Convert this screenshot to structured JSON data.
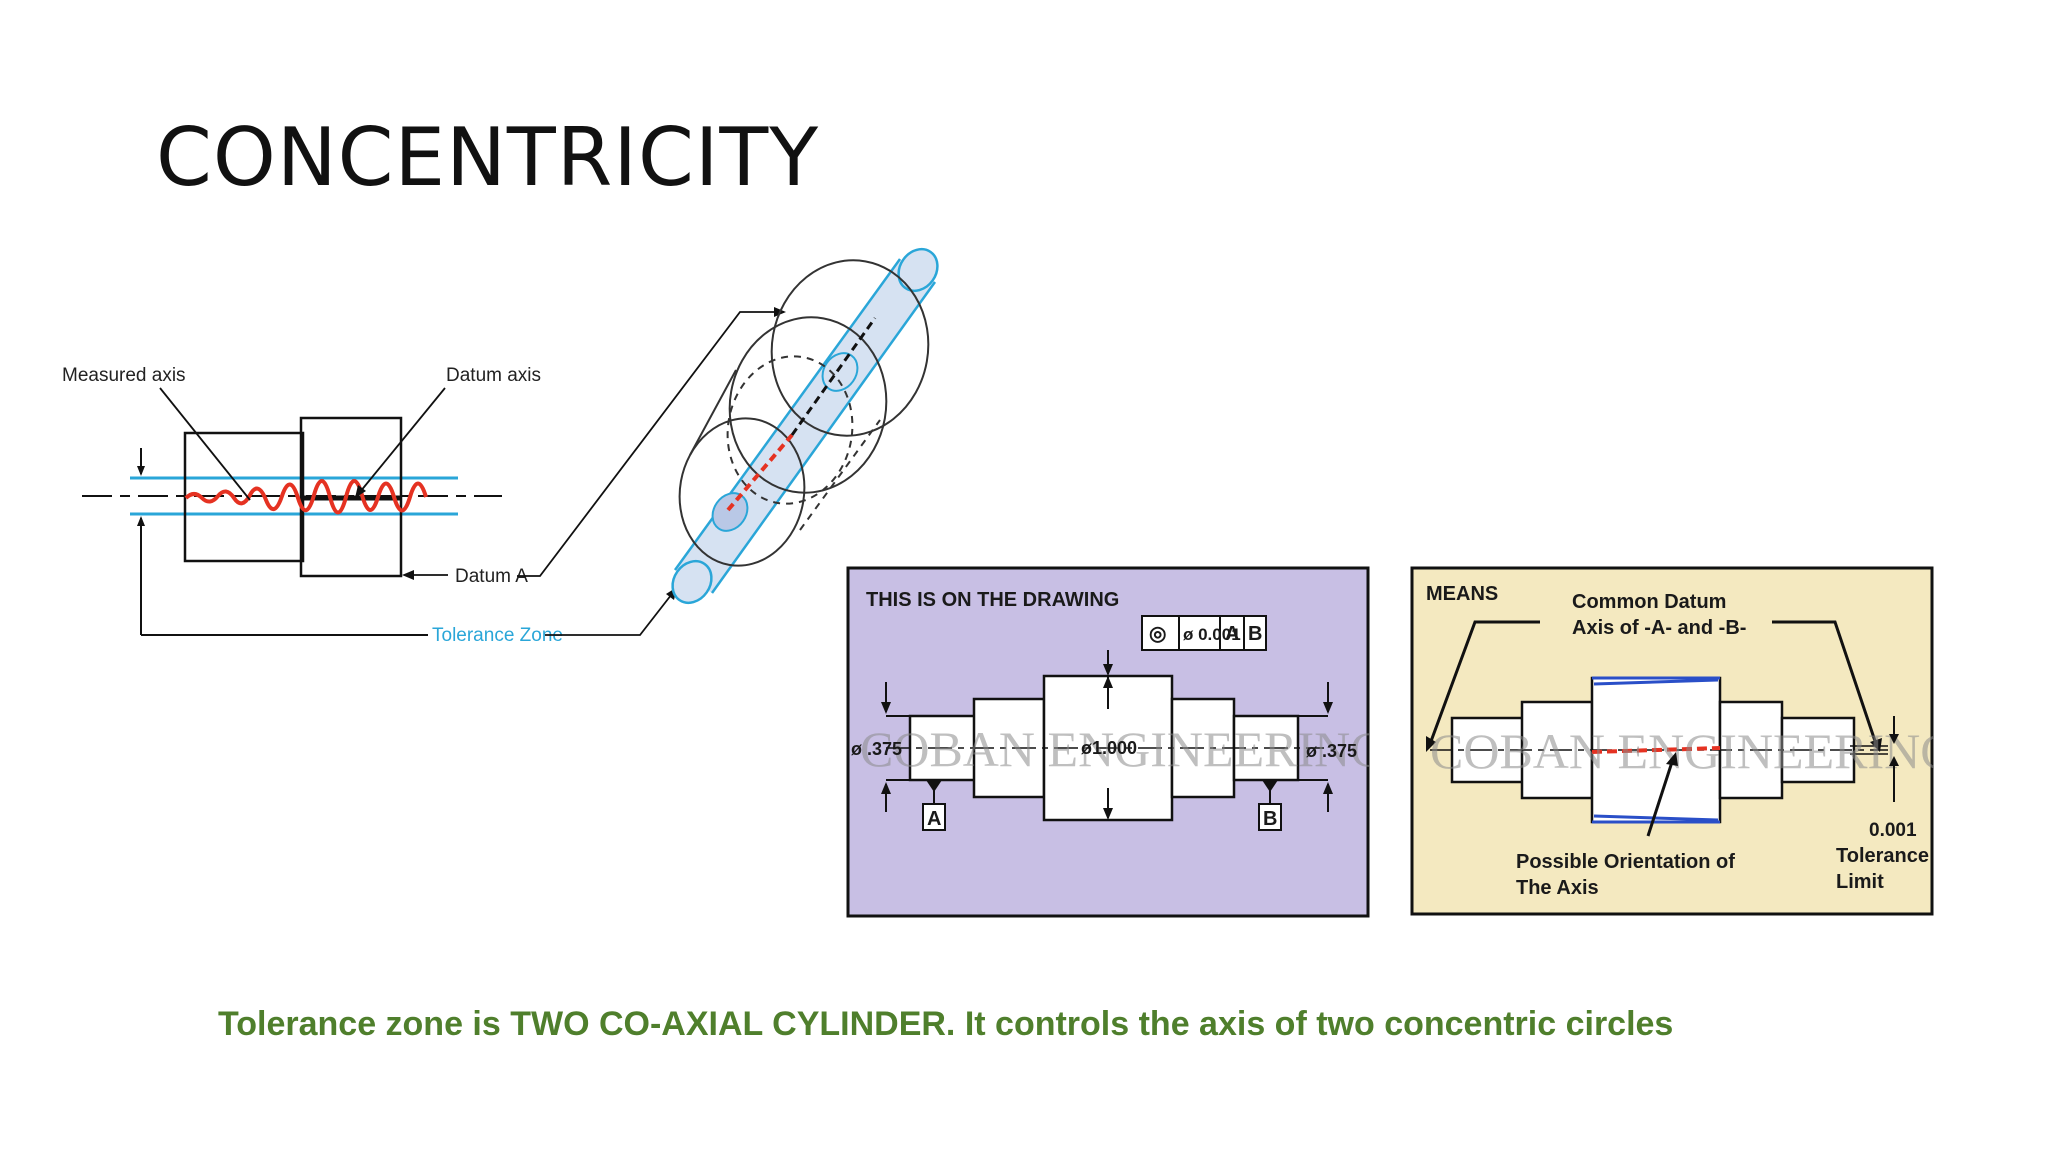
{
  "slide": {
    "title": "CONCENTRICITY",
    "caption": "Tolerance zone is TWO CO-AXIAL CYLINDER. It controls the axis of two concentric circles"
  },
  "figure_left": {
    "measured_axis_label": "Measured axis",
    "datum_axis_label": "Datum axis",
    "datum_a_label": "Datum A",
    "tolerance_zone_label": "Tolerance Zone"
  },
  "drawing_panel": {
    "heading": "THIS IS ON THE DRAWING",
    "symbol": "◎",
    "tolerance_value": "ø 0.001",
    "datum_1": "A",
    "datum_2": "B",
    "left_diameter": "ø .375",
    "center_diameter": "ø1.000",
    "right_diameter": "ø .375",
    "datum_tag_a": "A",
    "datum_tag_b": "B",
    "watermark": "COBAN ENGINEERING",
    "background": "#c8bfe4"
  },
  "means_panel": {
    "heading": "MEANS",
    "common_datum_line1": "Common Datum",
    "common_datum_line2": "Axis of -A- and -B-",
    "orientation_line1": "Possible Orientation of",
    "orientation_line2": "The Axis",
    "tol_value": "0.001",
    "tol_line1": "Tolerance",
    "tol_line2": "Limit",
    "watermark": "COBAN ENGINEERING",
    "background": "#f4e9c0"
  },
  "colors": {
    "title": "#111111",
    "caption": "#4f7f2c",
    "tolerance_blue": "#2aa6d8",
    "axis_red": "#e53222"
  }
}
